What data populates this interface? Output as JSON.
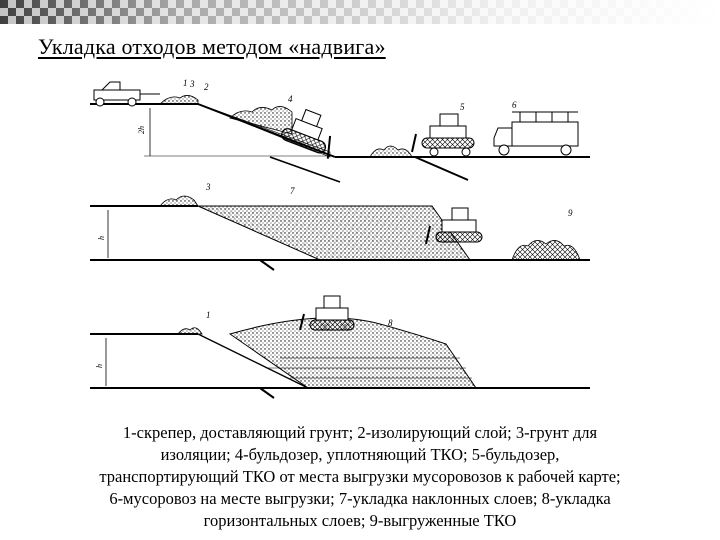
{
  "slide": {
    "title": "Укладка отходов методом «надвига»",
    "caption_lines": [
      "1-скрепер, доставляющий грунт;  2-изолирующий слой;  3-грунт для",
      "изоляции; 4-бульдозер, уплотняющий ТКО; 5-бульдозер,",
      "транспортирующий ТКО от места выгрузки мусоровозов к рабочей карте;",
      "6-мусоровоз на месте выгрузки; 7-укладка наклонных слоев; 8-укладка",
      "горизонтальных слоев; 9-выгруженные ТКО"
    ]
  },
  "diagram": {
    "labels": [
      "1",
      "3",
      "2",
      "4",
      "5",
      "6",
      "3",
      "7",
      "9",
      "1",
      "8"
    ],
    "dims": [
      "2h",
      "h",
      "h"
    ]
  },
  "colors": {
    "checker_dark": "#404040",
    "checker_light": "#bdbdbd",
    "ink": "#000000"
  }
}
